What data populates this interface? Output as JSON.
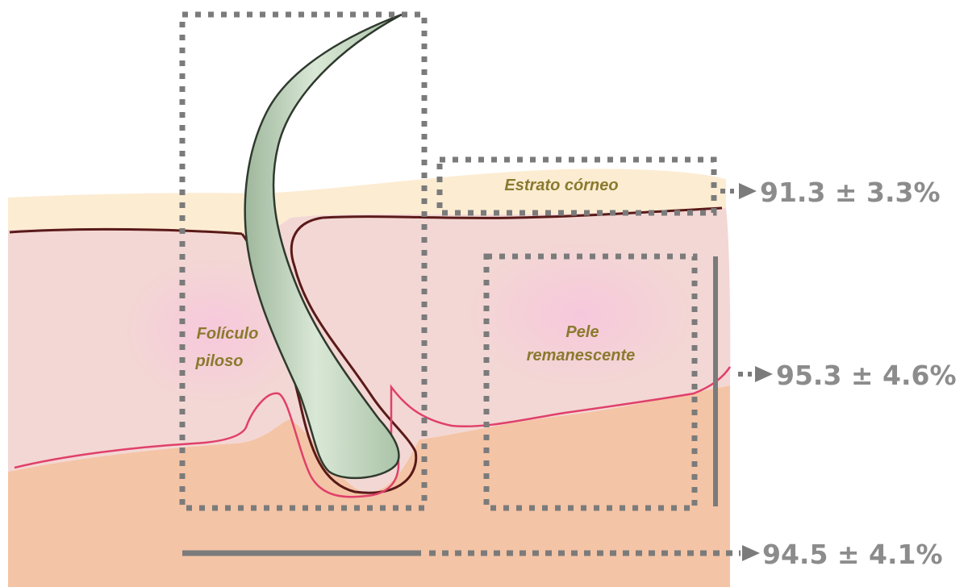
{
  "colors": {
    "stratum_corneum": "#fcecd2",
    "epidermis": "#f3d7d4",
    "dermis": "#f4c4a6",
    "epidermis_glow": "#f6c8dc",
    "surface_line": "#5a1a18",
    "junction_line": "#e0406a",
    "hair": "#c8dbc5",
    "hair_outline": "#2f3a2e",
    "dotted_frame": "#7b7b7b",
    "label_text": "#8a7a2e",
    "value_text": "#8c8c8c"
  },
  "regions": {
    "hair_follicle": {
      "label_line1": "Folículo",
      "label_line2": "piloso"
    },
    "stratum_corneum": {
      "label": "Estrato córneo",
      "value": "91.3 ± 3.3%"
    },
    "remaining_skin": {
      "label_line1": "Pele",
      "label_line2": "remanescente",
      "value": "95.3 ± 4.6%"
    },
    "total": {
      "value": "94.5 ± 4.1%"
    }
  }
}
